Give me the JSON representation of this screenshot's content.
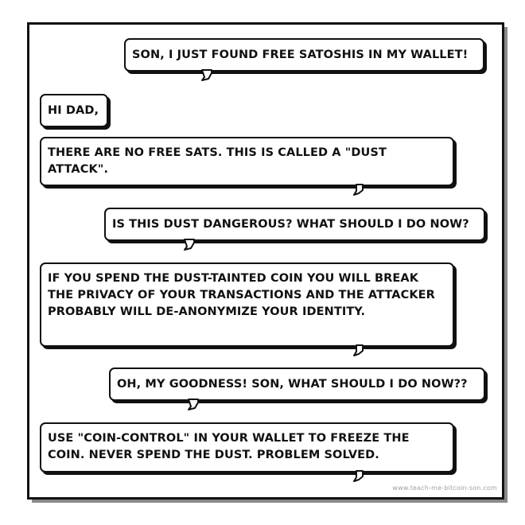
{
  "messages": [
    {
      "speaker": "dad",
      "text": "SON, I JUST FOUND FREE SATOSHIS IN MY WALLET!"
    },
    {
      "speaker": "son",
      "text": "HI DAD,"
    },
    {
      "speaker": "son",
      "text": "THERE ARE NO FREE SATS. THIS IS CALLED A \"DUST ATTACK\"."
    },
    {
      "speaker": "dad",
      "text": "IS THIS DUST DANGEROUS? WHAT SHOULD I DO NOW?"
    },
    {
      "speaker": "son",
      "text": "IF YOU SPEND THE DUST-TAINTED COIN YOU WILL BREAK THE PRIVACY OF YOUR TRANSACTIONS AND THE ATTACKER PROBABLY WILL DE-ANONYMIZE YOUR IDENTITY."
    },
    {
      "speaker": "dad",
      "text": "OH, MY GOODNESS! SON, WHAT SHOULD I DO NOW??"
    },
    {
      "speaker": "son",
      "text": "USE \"COIN-CONTROL\" IN YOUR WALLET TO FREEZE THE COIN. NEVER SPEND THE DUST. PROBLEM SOLVED."
    }
  ],
  "watermark": "www.teach-me-bitcoin-son.com",
  "colors": {
    "ink": "#111111",
    "panel_shadow": "#8a8a8a",
    "watermark": "#a0a0a0",
    "background": "#ffffff"
  }
}
